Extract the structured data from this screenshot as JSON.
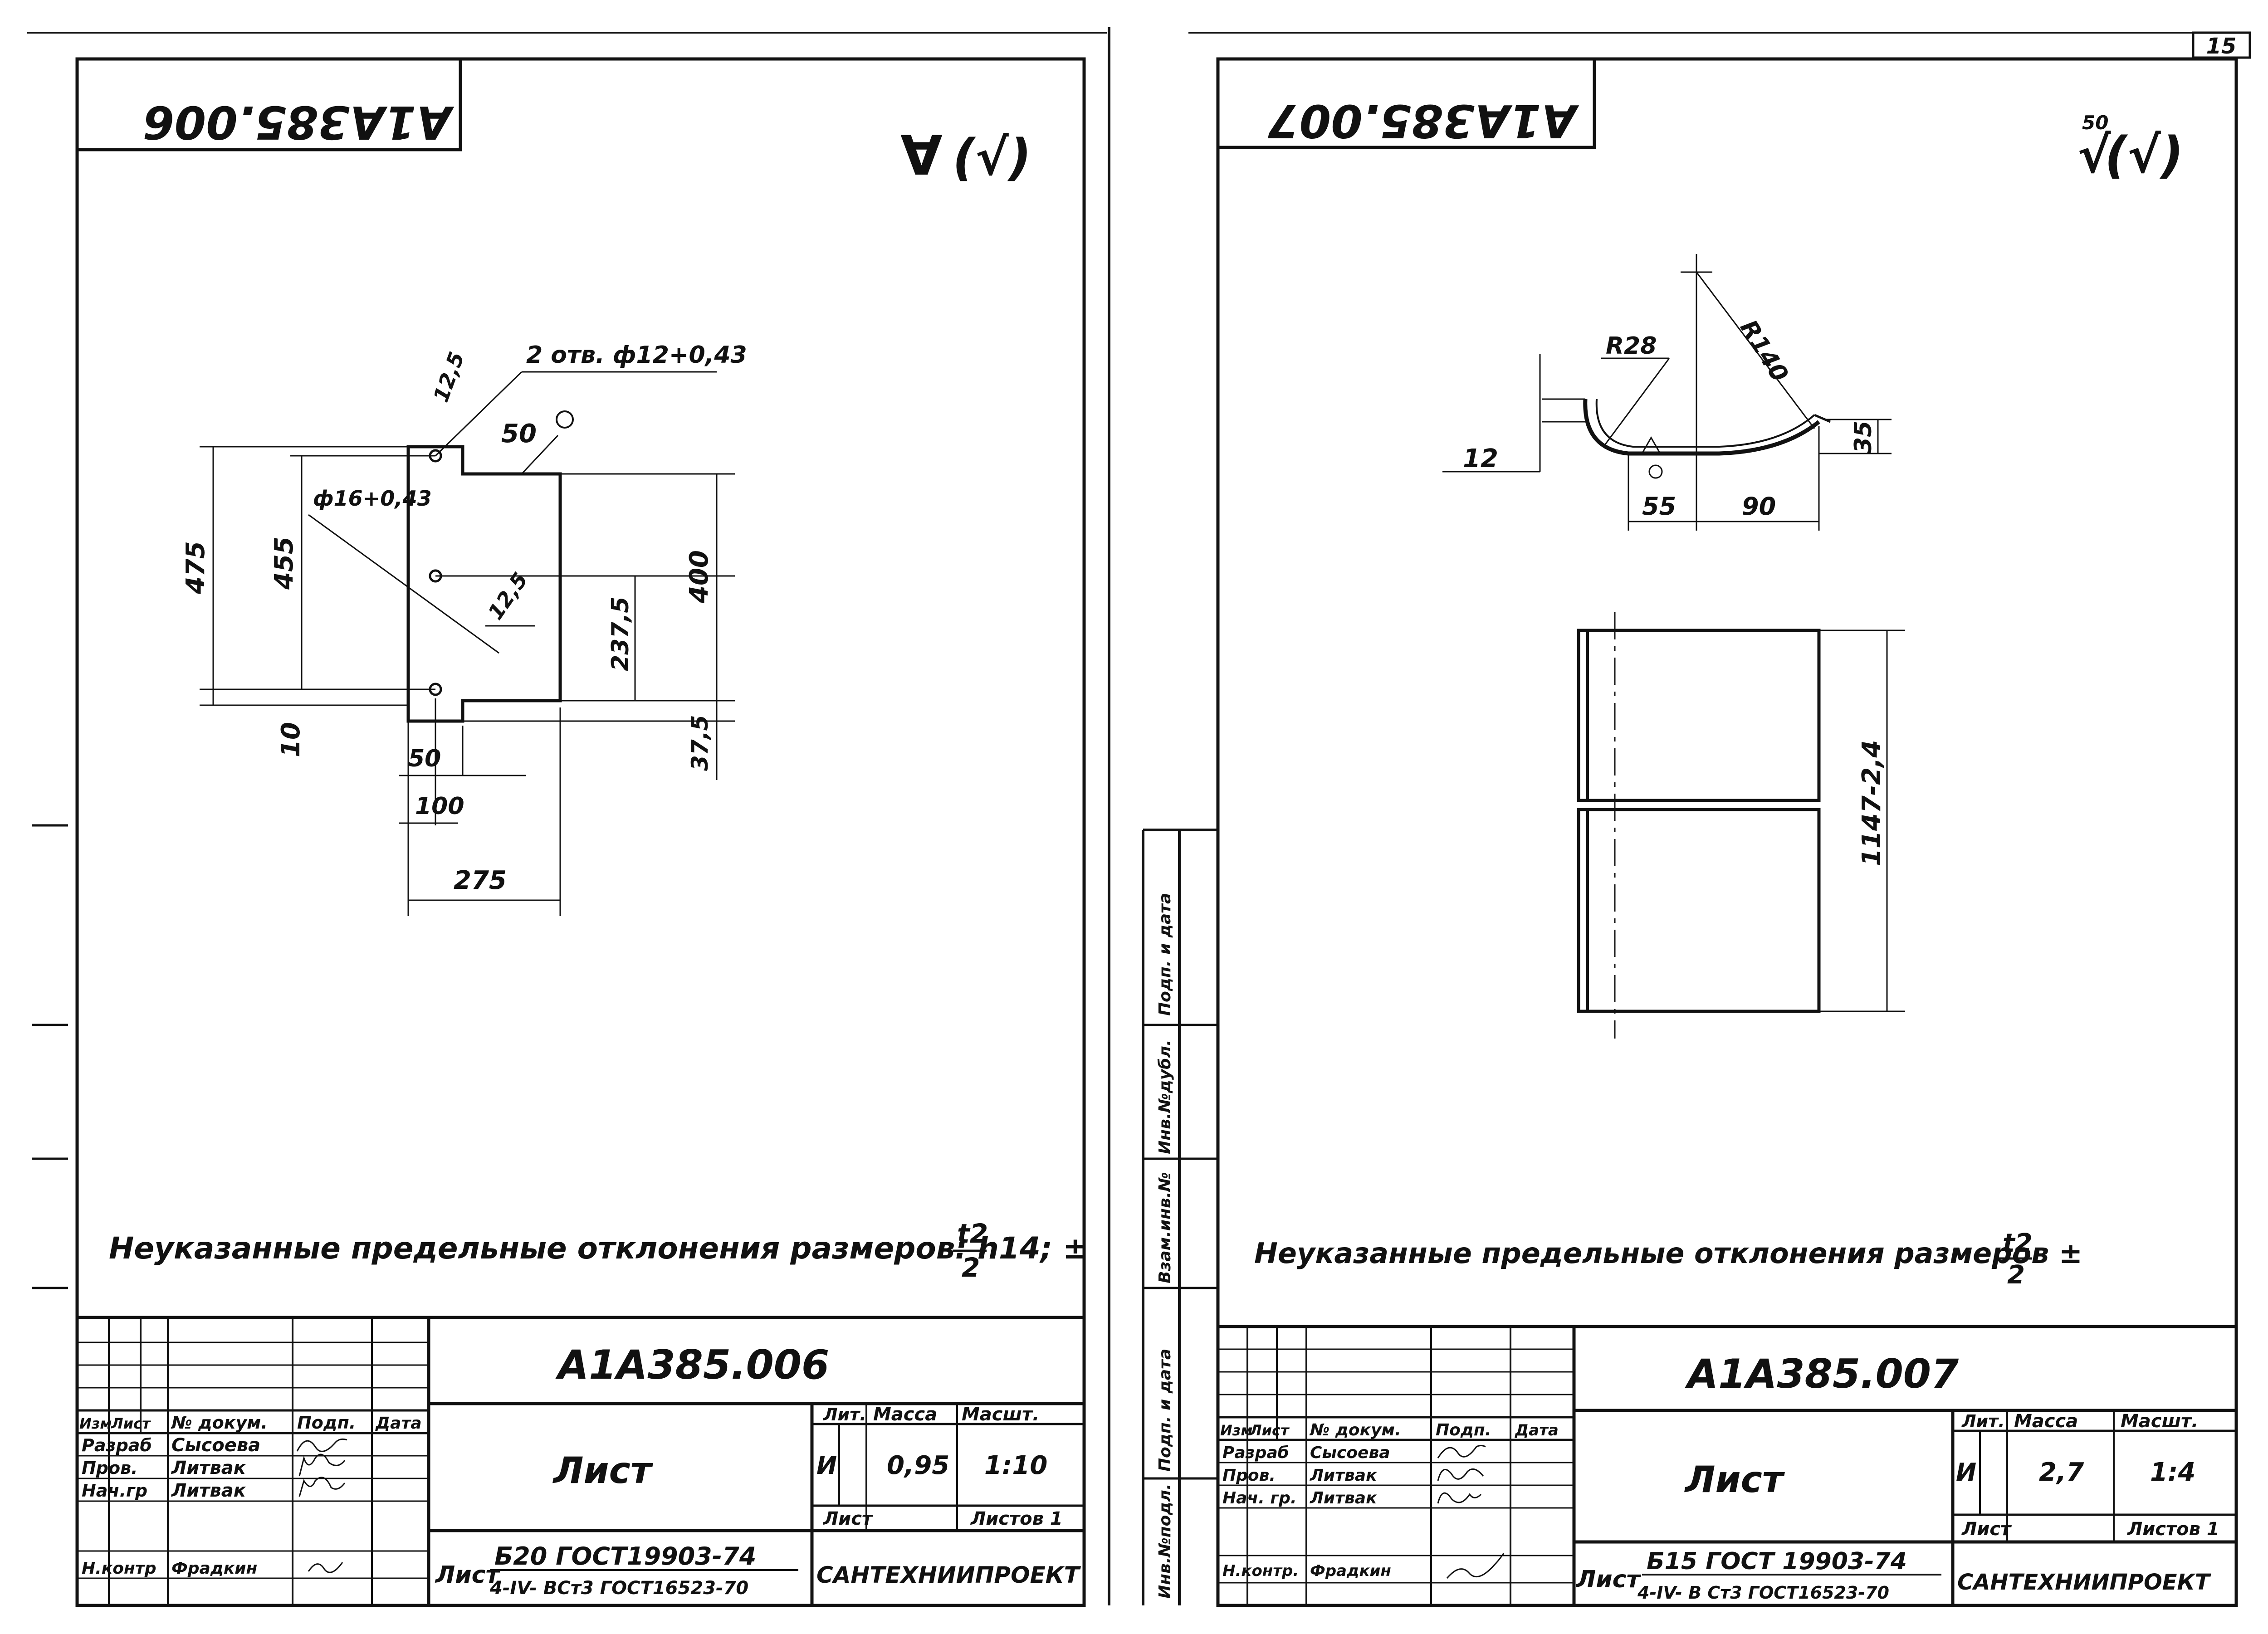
{
  "page_number": "15",
  "left_sheet": {
    "mirrored_code": "А1А385.006",
    "roughness_mark": "(√)",
    "annotations": {
      "holes": "2 отв. ф12+0,43",
      "dim_12_5_top": "12,5",
      "dim_50_top": "50",
      "dim_16": "ф16+0,43",
      "dim_475": "475",
      "dim_455": "455",
      "dim_12_5_mid": "12,5",
      "dim_400": "400",
      "dim_237_5": "237,5",
      "dim_37_5": "37,5",
      "dim_10": "10",
      "dim_50_bot": "50",
      "dim_100": "100",
      "dim_275": "275"
    },
    "note_text": "Неуказанные предельные отклонения размеров: h14; ±",
    "note_frac_num": "t2",
    "note_frac_den": "2",
    "title_block": {
      "designation": "А1А385.006",
      "name": "Лист",
      "headers": {
        "izm": "Изм",
        "list": "Лист",
        "doc": "№ докум.",
        "sign": "Подп.",
        "date": "Дата"
      },
      "rows": [
        {
          "role": "Разраб",
          "name": "Сысоева"
        },
        {
          "role": "Пров.",
          "name": "Литвак"
        },
        {
          "role": "Нач.гр",
          "name": "Литвак"
        },
        {
          "role": "Н.контр",
          "name": "Фрадкин"
        }
      ],
      "lit_label": "Лит.",
      "mass_label": "Масса",
      "scale_label": "Масшт.",
      "lit_value": "И",
      "mass_value": "0,95",
      "scale_value": "1:10",
      "sheet_label": "Лист",
      "sheets_label": "Листов 1",
      "material_top": "Б20 ГОСТ19903-74",
      "material_prefix": "Лист",
      "material_bottom": "4-IV- ВСт3 ГОСТ16523-70",
      "organization": "САНТЕХНИИПРОЕКТ"
    }
  },
  "right_sheet": {
    "mirrored_code": "А1А385.007",
    "roughness_value": "50",
    "roughness_mark": "(√)",
    "annotations": {
      "r28": "R28",
      "r140": "R140",
      "dim_12": "12",
      "dim_35": "35",
      "dim_55": "55",
      "dim_90": "90",
      "dim_1147": "1147-2,4"
    },
    "note_text": "Неуказанные предельные отклонения размеров ±",
    "note_frac_num": "t2",
    "note_frac_den": "2",
    "side_stamp": [
      "Инв.№подл.",
      "Подп. и дата",
      "Взам.инв.№",
      "Инв.№дубл.",
      "Подп. и дата"
    ],
    "title_block": {
      "designation": "А1А385.007",
      "name": "Лист",
      "headers": {
        "izm": "Изм",
        "list": "Лист",
        "doc": "№ докум.",
        "sign": "Подп.",
        "date": "Дата"
      },
      "rows": [
        {
          "role": "Разраб",
          "name": "Сысоева"
        },
        {
          "role": "Пров.",
          "name": "Литвак"
        },
        {
          "role": "Нач. гр.",
          "name": "Литвак"
        },
        {
          "role": "Н.контр.",
          "name": "Фрадкин"
        }
      ],
      "lit_label": "Лит.",
      "mass_label": "Масса",
      "scale_label": "Масшт.",
      "lit_value": "И",
      "mass_value": "2,7",
      "scale_value": "1:4",
      "sheet_label": "Лист",
      "sheets_label": "Листов 1",
      "material_top": "Б15 ГОСТ 19903-74",
      "material_prefix": "Лист",
      "material_bottom": "4-IV- В Ст3 ГОСТ16523-70",
      "organization": "САНТЕХНИИПРОЕКТ"
    }
  }
}
